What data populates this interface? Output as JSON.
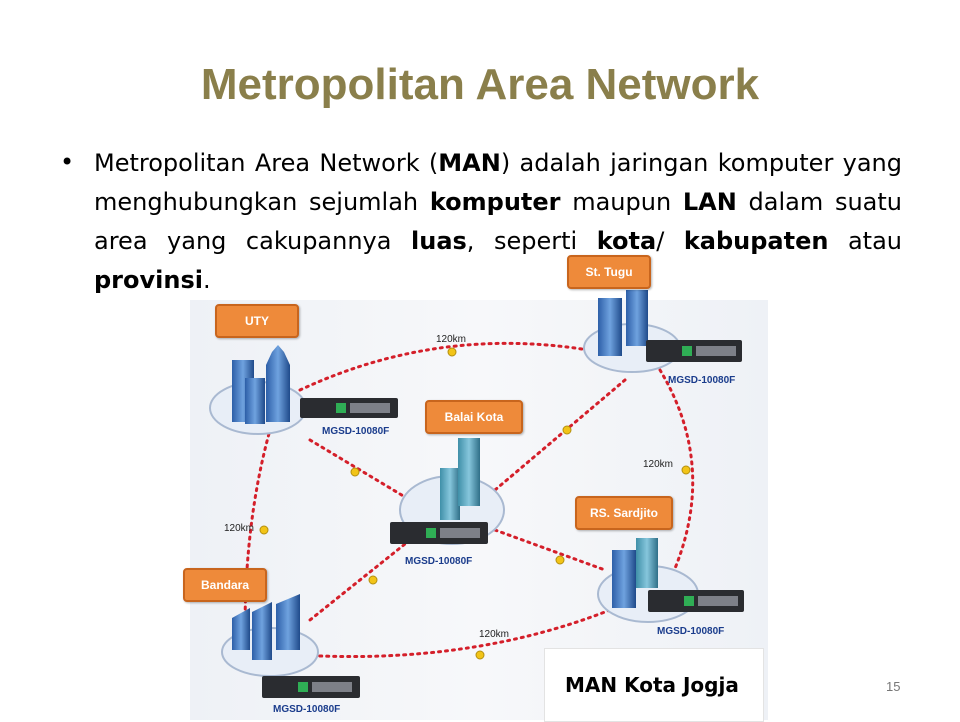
{
  "slide": {
    "title": "Metropolitan Area Network",
    "bullet_char": "•",
    "paragraph": {
      "t1": "Metropolitan Area Network (",
      "b1": "MAN",
      "t2": ") adalah jaringan komputer yang menghubungkan sejumlah ",
      "b2": "komputer",
      "t3": " maupun ",
      "b3": "LAN",
      "t4": " dalam suatu area yang cakupannya ",
      "b4": "luas",
      "t5": ", seperti ",
      "b5": "kota",
      "t6": "/ ",
      "b6": "kabupaten",
      "t7": " atau ",
      "b7": "provinsi",
      "t8": "."
    },
    "page_number": "15"
  },
  "diagram": {
    "caption": "MAN Kota Jogja",
    "nodes": [
      {
        "name": "UTY",
        "device": "MGSD-10080F"
      },
      {
        "name": "St. Tugu",
        "device": "MGSD-10080F"
      },
      {
        "name": "Balai Kota",
        "device": "MGSD-10080F"
      },
      {
        "name": "RS. Sardjito",
        "device": "MGSD-10080F"
      },
      {
        "name": "Bandara",
        "device": "MGSD-10080F"
      }
    ],
    "distances": [
      "120km",
      "120km",
      "120km",
      "120km"
    ],
    "colors": {
      "badge": "#ee8a3a",
      "link": "#d41f2a",
      "device_label": "#1a3c8c",
      "title": "#8a7f4b"
    }
  }
}
